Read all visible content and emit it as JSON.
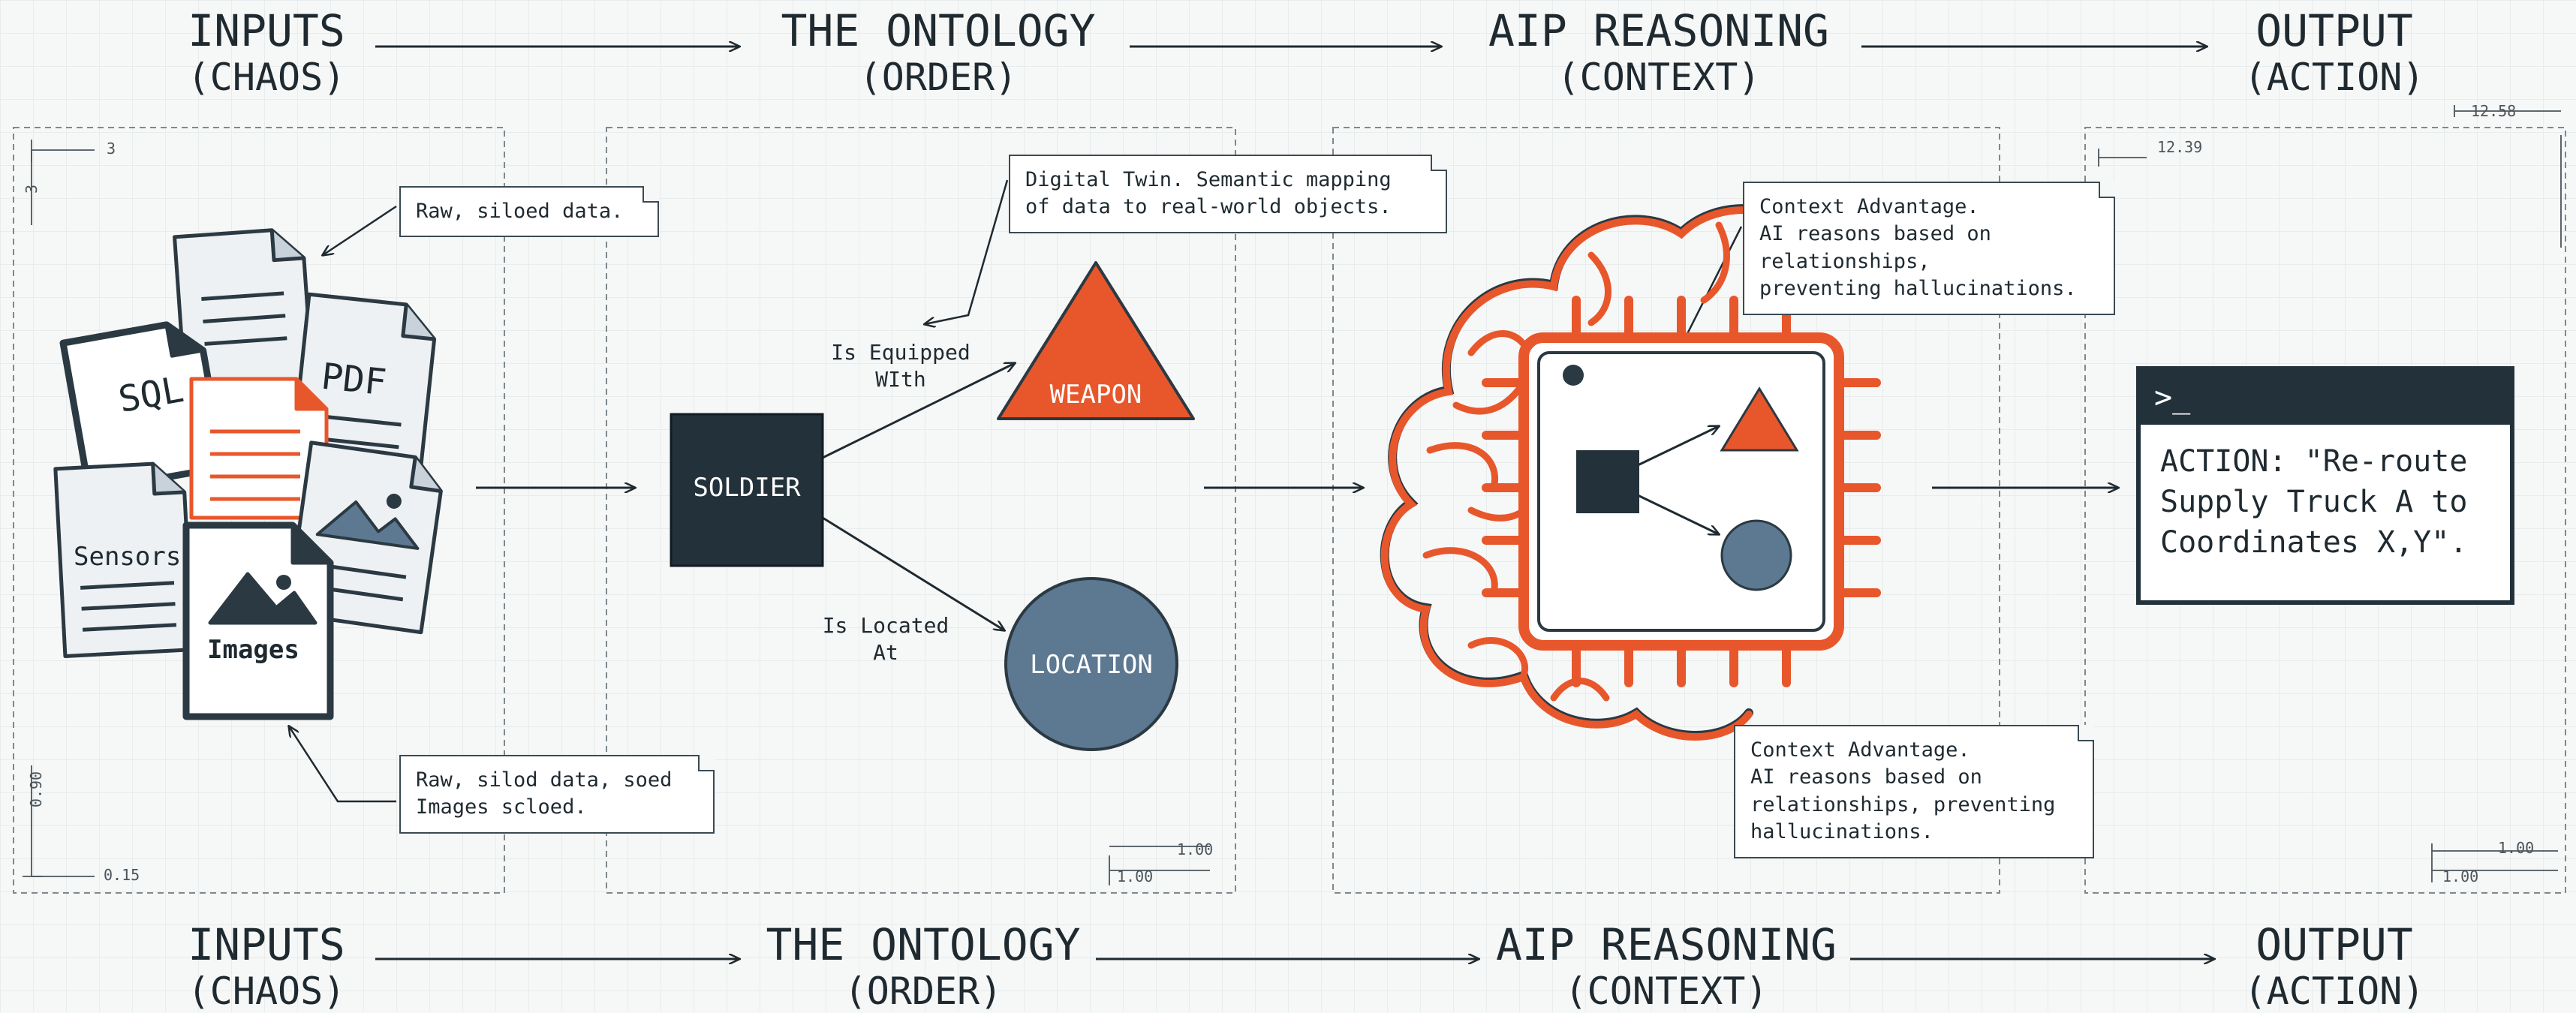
{
  "stages_top": [
    {
      "title": "INPUTS",
      "subtitle": "(CHAOS)"
    },
    {
      "title": "THE ONTOLOGY",
      "subtitle": "(ORDER)"
    },
    {
      "title": "AIP REASONING",
      "subtitle": "(CONTEXT)"
    },
    {
      "title": "OUTPUT",
      "subtitle": "(ACTION)"
    }
  ],
  "stages_bottom": [
    {
      "title": "INPUTS",
      "subtitle": "(CHAOS)"
    },
    {
      "title": "THE ONTOLOGY",
      "subtitle": "(ORDER)"
    },
    {
      "title": "AIP REASONING",
      "subtitle": "(CONTEXT)"
    },
    {
      "title": "OUTPUT",
      "subtitle": "(ACTION)"
    }
  ],
  "inputs": {
    "callout_top": "Raw, siloed data.",
    "callout_bottom": "Raw, silod data, soed\nImages scloed.",
    "doc_labels": {
      "sql": "SQL",
      "pdf": "PDF",
      "sensors": "Sensors",
      "images": "Images"
    }
  },
  "ontology": {
    "callout": "Digital Twin. Semantic mapping\nof data to real-world objects.",
    "soldier": "SOLDIER",
    "weapon": "WEAPON",
    "location": "LOCATION",
    "rel_equipped": "Is Equipped\nWIth",
    "rel_located": "Is Located\nAt"
  },
  "reasoning": {
    "callout_top": "Context Advantage.\nAI reasons based on\nrelationships,\npreventing hallucinations.",
    "callout_bottom": "Context Advantage.\nAI reasons based on\nrelationships, preventing\nhallucinations."
  },
  "output": {
    "prompt": ">_",
    "action": "ACTION: \"Re-route\nSupply Truck A to\nCoordinates X,Y\"."
  },
  "dimensions": {
    "inputs_h": "3",
    "inputs_v": "3",
    "inputs_v_bottom": "0.90",
    "inputs_h_bottom": "0.15",
    "ontology_a": "1.00",
    "ontology_b": "1.00",
    "output_top_a": "12.58",
    "output_top_b": "12.39",
    "output_bottom_a": "1.00",
    "output_bottom_b": "1.00"
  },
  "colors": {
    "accent_orange": "#e8572b",
    "dark_navy": "#23313b",
    "slate_blue": "#5d7891",
    "doc_fill": "#eef1f4"
  }
}
